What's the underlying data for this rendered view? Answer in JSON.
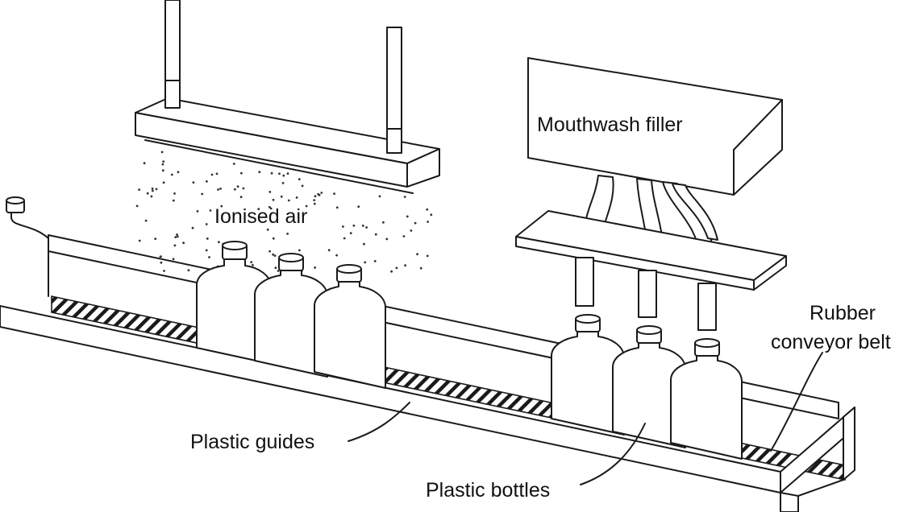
{
  "labels": {
    "ionised_air": "Ionised air",
    "mouthwash_filler": "Mouthwash filler",
    "rubber_belt_line1": "Rubber",
    "rubber_belt_line2": "conveyor belt",
    "plastic_guides": "Plastic guides",
    "plastic_bottles": "Plastic bottles"
  }
}
